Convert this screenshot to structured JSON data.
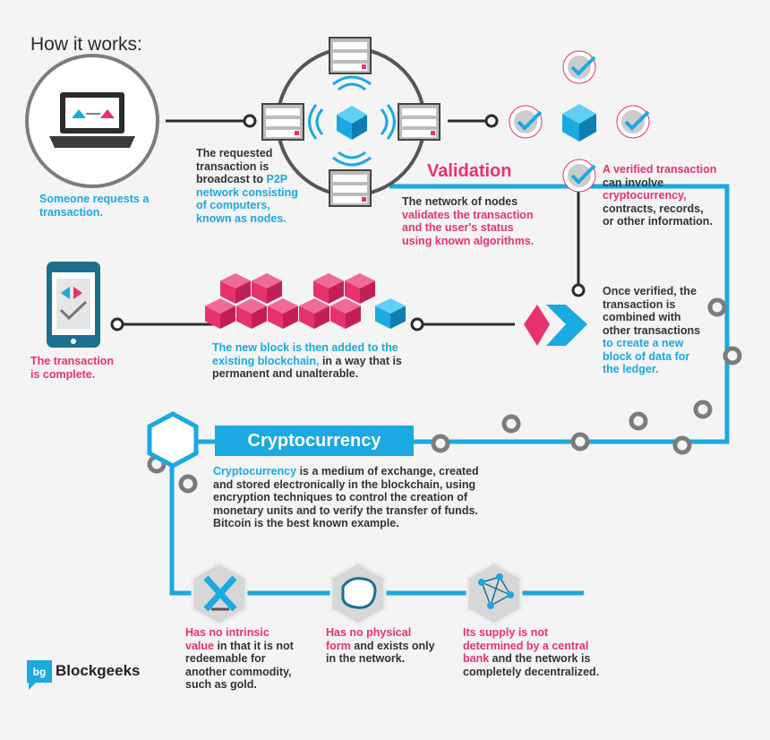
{
  "title": "How it works:",
  "steps": {
    "request": "Someone requests a transaction.",
    "broadcast_lines": [
      "The requested",
      "transaction is",
      "broadcast to "
    ],
    "broadcast_p2p": "P2P",
    "broadcast_rest": [
      "network consisting",
      "of computers,",
      "known as nodes."
    ],
    "validation_title": "Validation",
    "validation_dark": "The network of nodes",
    "validation_pink": [
      "validates the transaction",
      "and the user's status",
      "using known algorithms."
    ],
    "verified_pink": "A verified transaction",
    "verified_dark1": "can involve",
    "verified_pink2": "cryptocurrency,",
    "verified_dark2": [
      "contracts, records,",
      "or other information."
    ],
    "combined_dark": [
      "Once verified, the",
      "transaction is",
      "combined with",
      "other transactions"
    ],
    "combined_blue": [
      "to create a new",
      "block of data for",
      "the ledger."
    ],
    "added_blue": [
      "The new block is then added to the",
      "existing blockchain,"
    ],
    "added_dark": [
      " in a way that is",
      "permanent and unalterable."
    ],
    "complete": [
      "The transaction",
      "is complete."
    ]
  },
  "crypto": {
    "heading": "Cryptocurrency",
    "desc_blue": "Cryptocurrency",
    "desc_lines": [
      " is a medium of exchange, created",
      "and stored electronically in the blockchain, using",
      "encryption techniques to control the creation of",
      "monetary units and to verify the transfer of funds.",
      "Bitcoin is the best known example."
    ]
  },
  "features": [
    {
      "pink": [
        "Has no intrinsic",
        "value"
      ],
      "dark": [
        " in that it is not",
        "redeemable for",
        "another commodity,",
        "such as gold."
      ]
    },
    {
      "pink": [
        "Has no physical",
        "form"
      ],
      "dark": [
        " and exists only",
        "in the network."
      ]
    },
    {
      "pink": [
        "Its supply is not",
        "determined by a central",
        "bank"
      ],
      "dark": [
        " and the network is",
        "completely decentralized."
      ]
    }
  ],
  "brand": "Blockgeeks",
  "colors": {
    "blue": "#1aa9e0",
    "pink": "#e8326f",
    "dark": "#333333",
    "gray": "#7c7c7c"
  },
  "icons": [
    "laptop-icon",
    "server-icon",
    "cube-icon",
    "signal-icon",
    "check-icon",
    "phone-icon",
    "blockchain-icon",
    "chevron-icon",
    "hexagon-icon",
    "coin-icon",
    "cross-pickaxe-icon",
    "map-blob-icon",
    "network-icon",
    "blockgeeks-logo-icon"
  ]
}
